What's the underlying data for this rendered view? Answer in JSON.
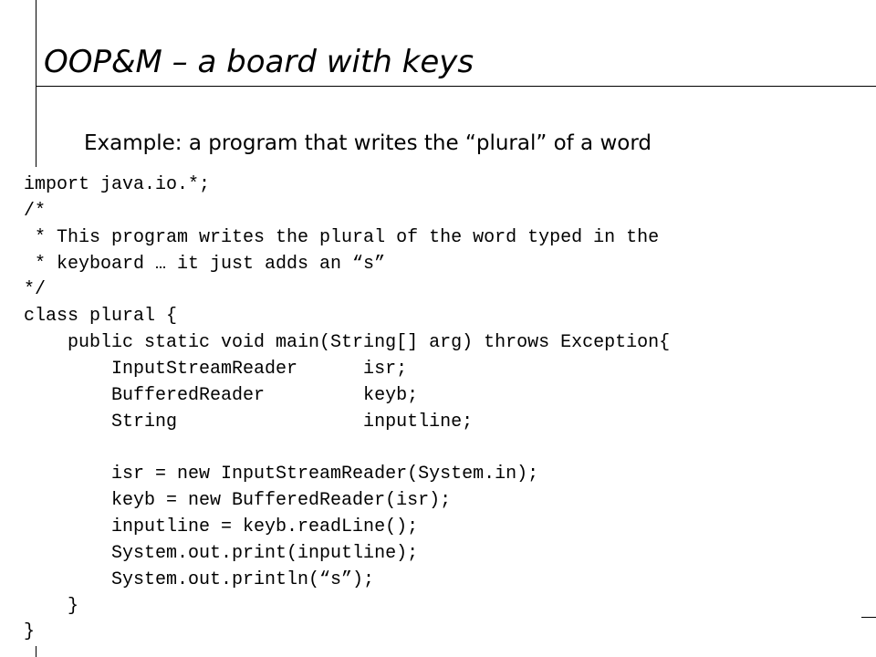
{
  "slide": {
    "title": "OOP&M – a board with keys",
    "subtitle": "Example: a program that writes the “plural” of a word",
    "code_lines": [
      "import java.io.*;",
      "/*",
      " * This program writes the plural of the word typed in the",
      " * keyboard … it just adds an “s”",
      "*/",
      "class plural {",
      "    public static void main(String[] arg) throws Exception{",
      "        InputStreamReader      isr;",
      "        BufferedReader         keyb;",
      "        String                 inputline;",
      "",
      "        isr = new InputStreamReader(System.in);",
      "        keyb = new BufferedReader(isr);",
      "        inputline = keyb.readLine();",
      "        System.out.print(inputline);",
      "        System.out.println(“s”);",
      "    }",
      "}"
    ]
  }
}
